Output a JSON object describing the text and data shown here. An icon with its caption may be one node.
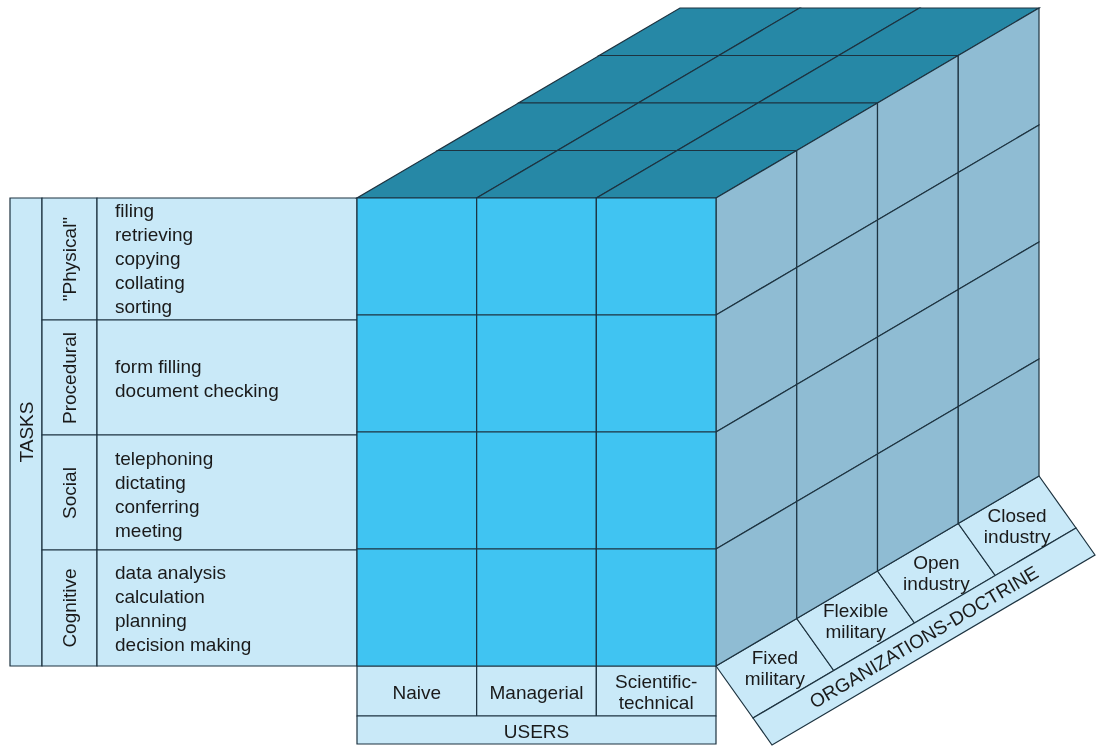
{
  "diagram": {
    "labels": [
      "TASKS",
      "\"Physical\"",
      "filing",
      "retrieving",
      "copying",
      "collating",
      "sorting",
      "Procedural",
      "form filling",
      "document checking",
      "Social",
      "telephoning",
      "dictating",
      "conferring",
      "meeting",
      "Cognitive",
      "data analysis",
      "calculation",
      "planning",
      "decision making",
      "Naive",
      "Managerial",
      "Scientific-technical",
      "USERS",
      "Fixed military",
      "Flexible military",
      "Open industry",
      "Closed industry",
      "ORGANIZATIONS-DOCTRINE"
    ]
  }
}
